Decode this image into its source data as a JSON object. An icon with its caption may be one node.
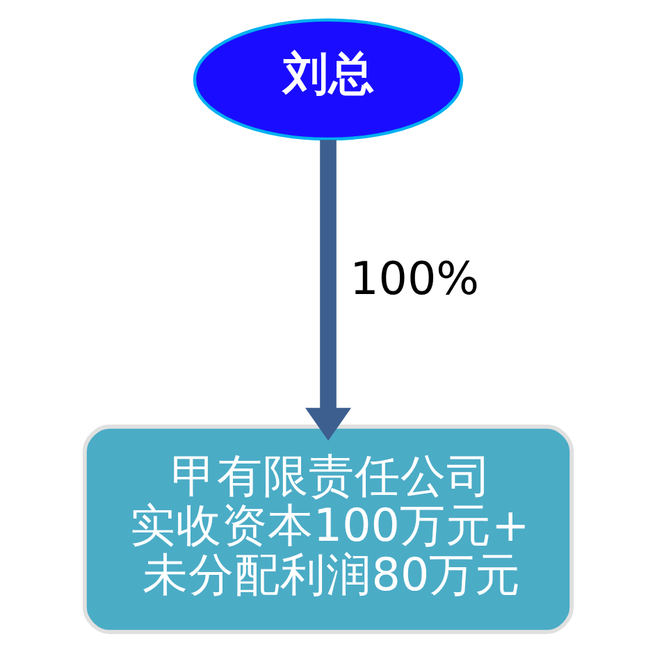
{
  "diagram": {
    "nodes": [
      {
        "text": [
          "刘总"
        ]
      },
      {
        "text": [
          "甲有限责任公司",
          "实收资本100万元+未分配利润80万元"
        ]
      }
    ],
    "edges": [
      {
        "from": 0,
        "to": 1,
        "arrow": "to",
        "label": "100%"
      }
    ]
  }
}
